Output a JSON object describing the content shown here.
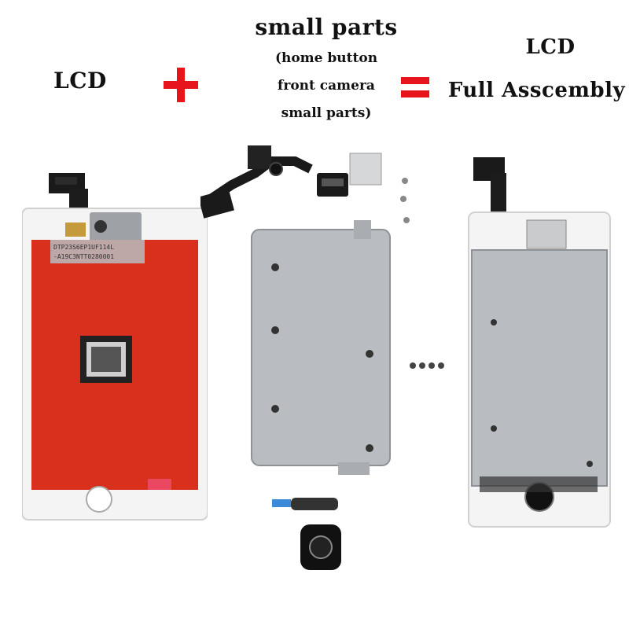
{
  "labels": {
    "lcd_left": "LCD",
    "small_parts_title": "small parts",
    "small_parts_line1": "(home button",
    "small_parts_line2": "front camera",
    "small_parts_line3": "small parts)",
    "lcd_right": "LCD",
    "full_assembly": "Full Asscembly"
  },
  "symbols": {
    "plus": "+",
    "equals": "="
  },
  "panel_print": {
    "line1": "DTP23S6EP1UF114L",
    "line2": "-A19C3NTT0280001"
  },
  "colors": {
    "accent_red": "#e8141b",
    "panel_red": "#d8301c",
    "frame_white": "#f4f4f4",
    "shield_silver": "#b9bcc0",
    "flex_black": "#1a1a1a"
  }
}
